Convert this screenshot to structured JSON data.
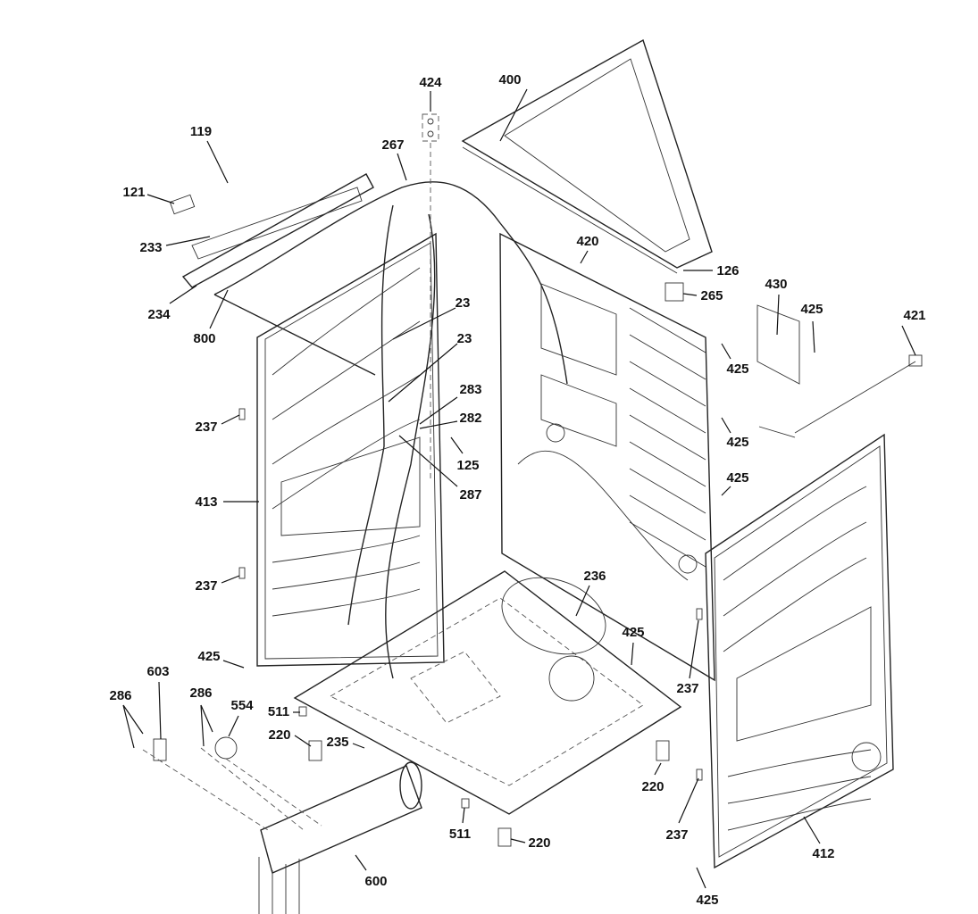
{
  "diagram": {
    "type": "exploded parts diagram",
    "callouts": [
      "424",
      "400",
      "119",
      "267",
      "121",
      "233",
      "420",
      "126",
      "265",
      "430",
      "425",
      "421",
      "234",
      "800",
      "23",
      "23",
      "425",
      "283",
      "282",
      "237",
      "125",
      "425",
      "287",
      "425",
      "413",
      "236",
      "237",
      "425",
      "425",
      "603",
      "237",
      "286",
      "286",
      "554",
      "511",
      "220",
      "235",
      "220",
      "511",
      "237",
      "220",
      "412",
      "600",
      "425"
    ]
  }
}
